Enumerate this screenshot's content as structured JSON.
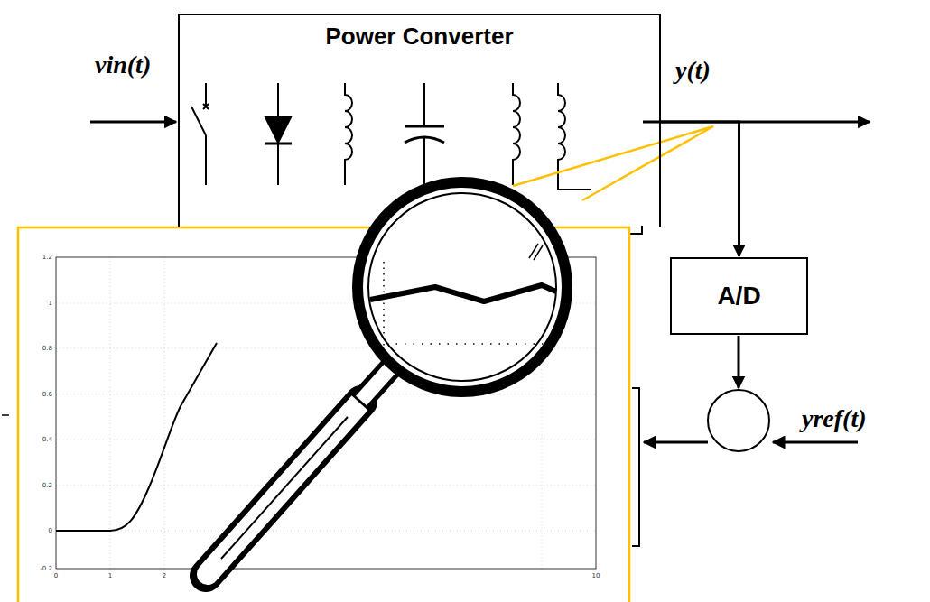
{
  "diagram": {
    "nodes": [
      {
        "text": [
          "Power Converter"
        ]
      },
      {
        "text": [
          "A/D"
        ]
      }
    ],
    "edges": [
      {
        "from": 0,
        "to": 1,
        "arrow": "to"
      }
    ],
    "labels": [
      "vin(t)",
      "y(t)",
      "yref(t)",
      "1.2",
      "1",
      "0.8",
      "0.6",
      "0.4",
      "0.2",
      "0",
      "-0.2",
      "0",
      "1",
      "2",
      "10"
    ]
  }
}
